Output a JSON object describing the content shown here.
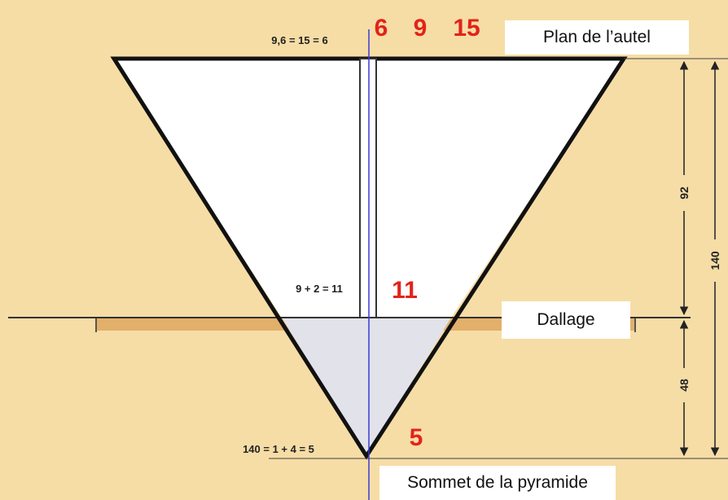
{
  "labels": {
    "plan": "Plan de l’autel",
    "dallage": "Dallage",
    "sommet": "Sommet de la pyramide"
  },
  "equations": {
    "top": "9,6 = 15 = 6",
    "middle": "9 + 2 = 11",
    "bottom": "140 = 1 + 4 = 5"
  },
  "red_numbers": {
    "six": "6",
    "nine": "9",
    "fifteen": "15",
    "eleven": "11",
    "five": "5"
  },
  "dimensions": {
    "upper": "92",
    "lower": "48",
    "total": "140"
  },
  "colors": {
    "background": "#f6dda6",
    "triangle_fill": "#ffffff",
    "lower_fill": "#e2e2ea",
    "pavement": "#e2b06a",
    "accent_red": "#e2231a",
    "axis_blue": "#3b3bd6"
  }
}
